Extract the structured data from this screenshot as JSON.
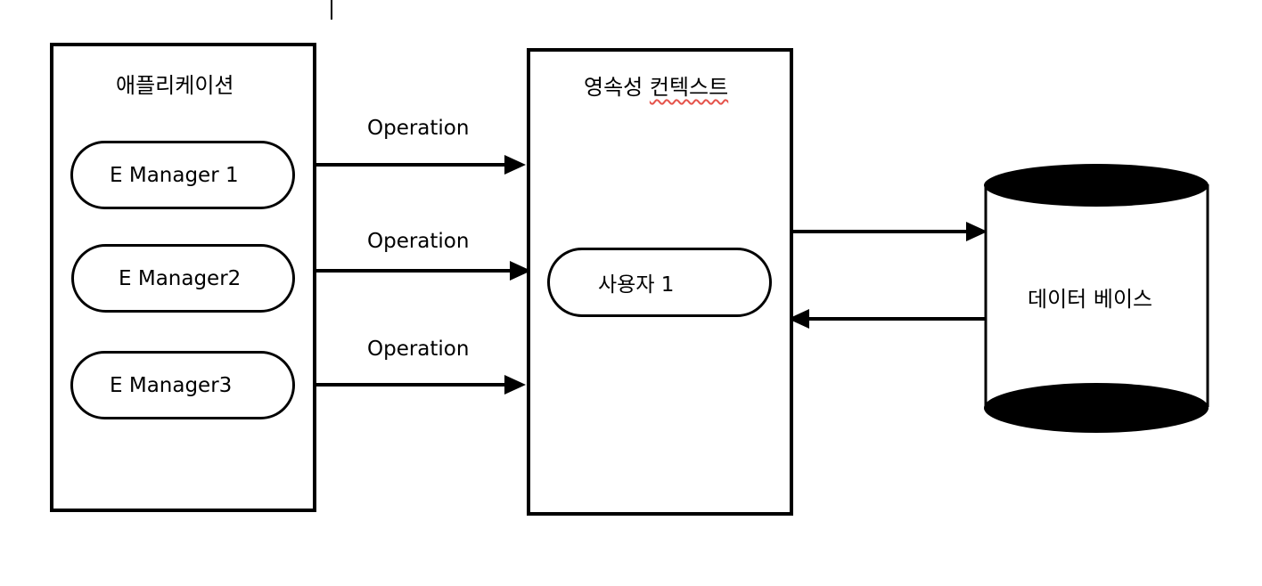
{
  "application": {
    "title": "애플리케이션",
    "managers": [
      {
        "label": "E Manager 1"
      },
      {
        "label": "E Manager2"
      },
      {
        "label": "E Manager3"
      }
    ]
  },
  "connections": [
    {
      "label": "Operation"
    },
    {
      "label": "Operation"
    },
    {
      "label": "Operation"
    }
  ],
  "persistence_context": {
    "title_plain": "영속성 ",
    "title_marked": "컨텍스트",
    "entity": "사용자 1"
  },
  "database": {
    "label": "데이터 베이스"
  },
  "colors": {
    "stroke": "#000000",
    "spellcheck_underline": "#e5534b"
  }
}
